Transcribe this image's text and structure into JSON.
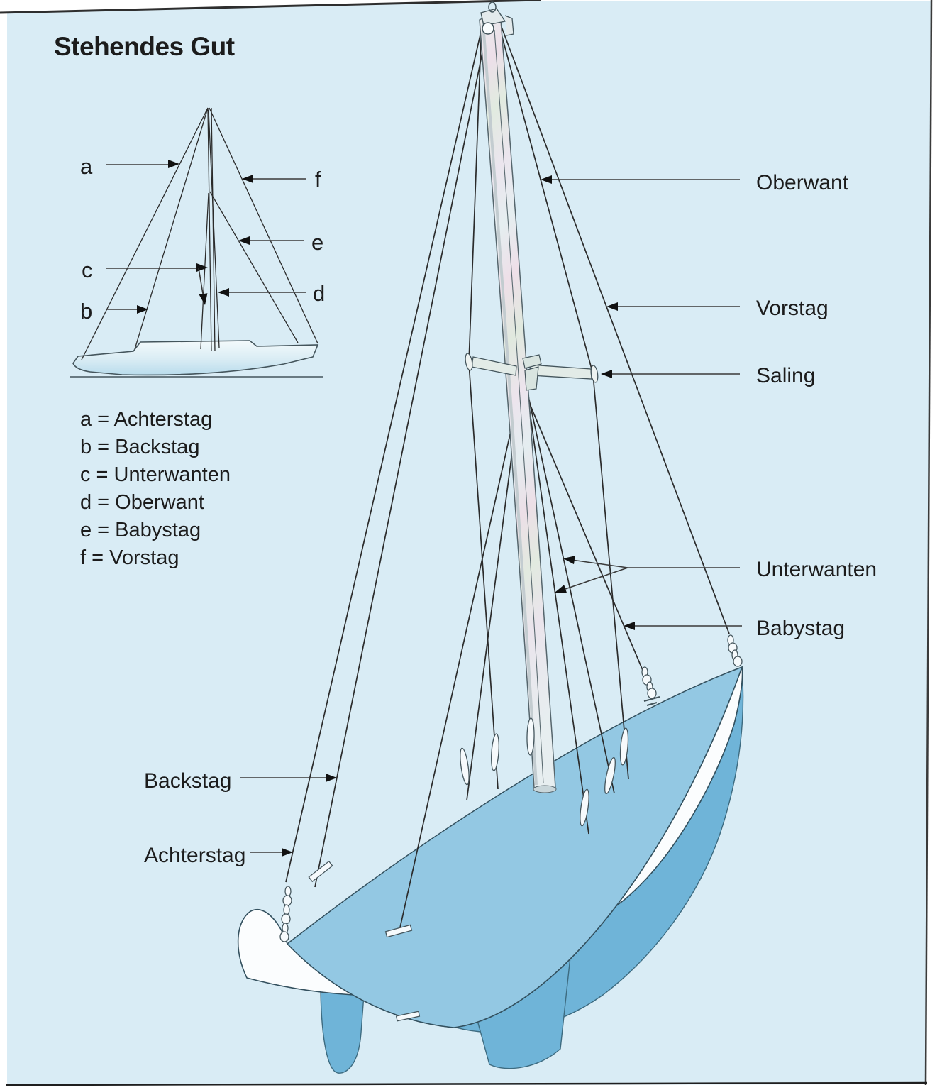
{
  "title": "Stehendes Gut",
  "small_diagram": {
    "labels": [
      {
        "letter": "a"
      },
      {
        "letter": "b"
      },
      {
        "letter": "c"
      },
      {
        "letter": "d"
      },
      {
        "letter": "e"
      },
      {
        "letter": "f"
      }
    ]
  },
  "legend": {
    "items": [
      {
        "text": "a = Achterstag"
      },
      {
        "text": "b = Backstag"
      },
      {
        "text": "c = Unterwanten"
      },
      {
        "text": "d = Oberwant"
      },
      {
        "text": "e = Babystag"
      },
      {
        "text": "f = Vorstag"
      }
    ]
  },
  "main_diagram": {
    "labels": {
      "oberwant": "Oberwant",
      "vorstag": "Vorstag",
      "saling": "Saling",
      "unterwanten": "Unterwanten",
      "babystag": "Babystag",
      "backstag": "Backstag",
      "achterstag": "Achterstag"
    }
  },
  "colors": {
    "page_bg": "#d9ecf5",
    "deck": "#93c8e3",
    "hull_dark": "#6fb4d8",
    "hull_white": "#fbfdfe",
    "line": "#2b2b2b",
    "text": "#1c1c1c"
  }
}
